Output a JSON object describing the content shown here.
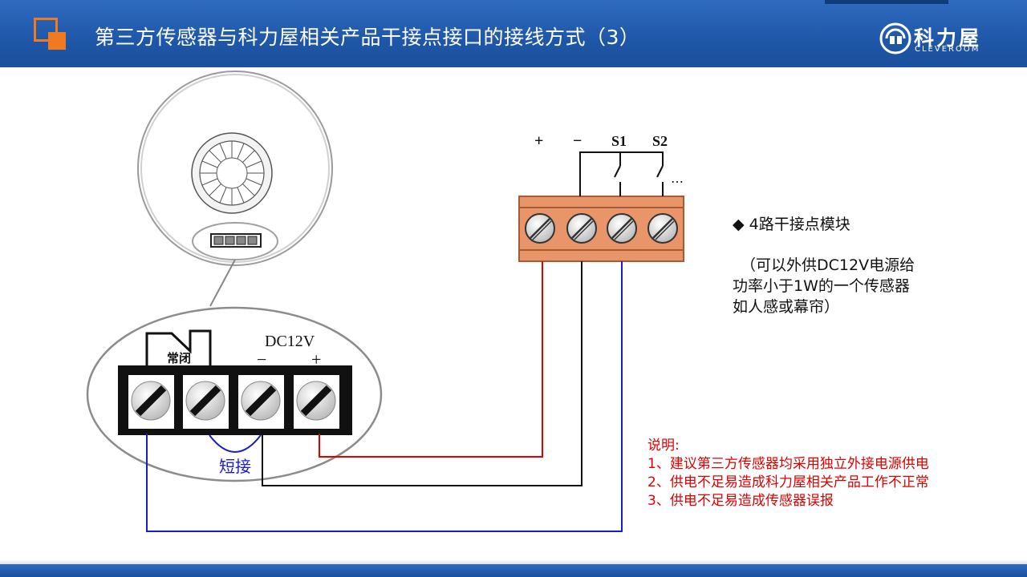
{
  "header": {
    "title": "第三方传感器与科力屋相关产品干接点接口的接线方式（3）",
    "brand_cn": "科力屋",
    "brand_en": "CLEVEROOM",
    "colors": {
      "bar": "#1f57a8",
      "accent": "#f07a22"
    }
  },
  "sensor": {
    "terminal_label_nc": "常闭",
    "power_label": "DC12V",
    "minus_label": "−",
    "plus_label": "+",
    "short_label": "短接"
  },
  "module": {
    "terminal_labels": [
      "+",
      "−",
      "S1",
      "S2"
    ],
    "ellipsis": "…",
    "color": "#e8956a"
  },
  "description": {
    "heading": "◆ 4路干接点模块",
    "lines": [
      "（可以外供DC12V电源给",
      "功率小于1W的一个传感器",
      "如人感或幕帘）"
    ]
  },
  "notes": {
    "title": "说明:",
    "items": [
      "1、建议第三方传感器均采用独立外接电源供电",
      "2、供电不足易造成科力屋相关产品工作不正常",
      "3、供电不足易造成传感器误报"
    ]
  },
  "wires": {
    "red": "#e00000",
    "blue": "#1a1ad0",
    "black": "#111111"
  }
}
